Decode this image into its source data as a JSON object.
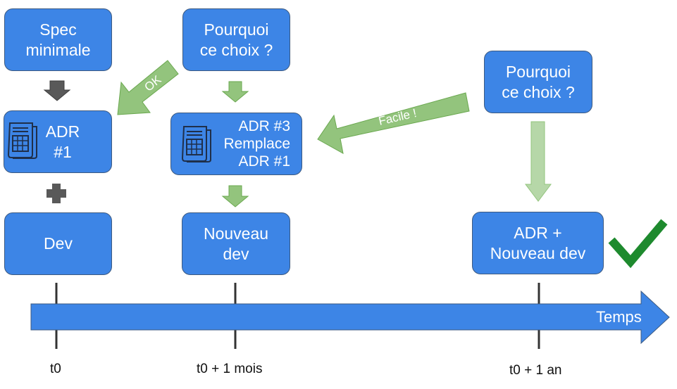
{
  "boxes": {
    "spec": "Spec\nminimale",
    "adr1": "ADR\n#1",
    "dev": "Dev",
    "why1": "Pourquoi\nce choix ?",
    "adr3": "ADR #3\nRemplace\nADR #1",
    "newdev": "Nouveau\ndev",
    "why2": "Pourquoi\nce choix ?",
    "adrnew": "ADR +\nNouveau dev"
  },
  "arrow_labels": {
    "ok": "OK",
    "facile": "Facile !"
  },
  "timeline": {
    "label": "Temps",
    "ticks": [
      "t0",
      "t0 + 1 mois",
      "t0 + 1 an"
    ]
  },
  "colors": {
    "box": "#3d85e6",
    "green_arrow": "#93c47d",
    "light_green_arrow": "#b6d7a8",
    "dark_arrow": "#595959",
    "check": "#1e8a2e"
  },
  "icons": [
    "document-icon",
    "plus-icon",
    "checkmark-icon"
  ]
}
